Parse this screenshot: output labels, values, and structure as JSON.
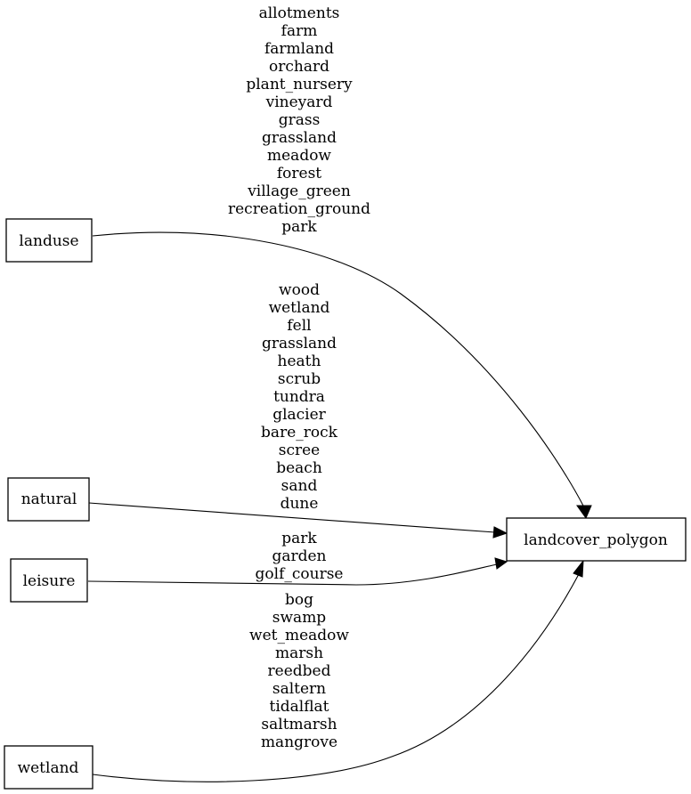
{
  "nodes": {
    "landuse": "landuse",
    "natural": "natural",
    "leisure": "leisure",
    "wetland": "wetland",
    "target": "landcover_polygon"
  },
  "edges": {
    "landuse": [
      "allotments",
      "farm",
      "farmland",
      "orchard",
      "plant_nursery",
      "vineyard",
      "grass",
      "grassland",
      "meadow",
      "forest",
      "village_green",
      "recreation_ground",
      "park"
    ],
    "natural": [
      "wood",
      "wetland",
      "fell",
      "grassland",
      "heath",
      "scrub",
      "tundra",
      "glacier",
      "bare_rock",
      "scree",
      "beach",
      "sand",
      "dune"
    ],
    "leisure": [
      "park",
      "garden",
      "golf_course"
    ],
    "wetland": [
      "bog",
      "swamp",
      "wet_meadow",
      "marsh",
      "reedbed",
      "saltern",
      "tidalflat",
      "saltmarsh",
      "mangrove"
    ]
  }
}
